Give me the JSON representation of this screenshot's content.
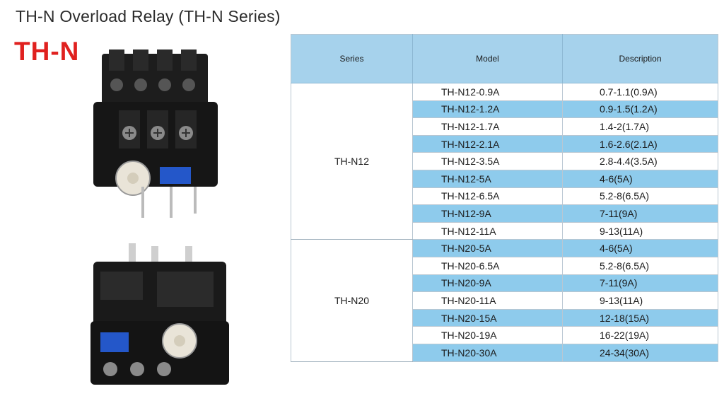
{
  "heading": "TH-N Overload Relay (TH-N Series)",
  "brand": "TH-N",
  "table": {
    "headers": {
      "series": "Series",
      "model": "Model",
      "description": "Description"
    },
    "groups": [
      {
        "series": "TH-N12",
        "rows": [
          {
            "model": "TH-N12-0.9A",
            "description": "0.7-1.1(0.9A)"
          },
          {
            "model": "TH-N12-1.2A",
            "description": "0.9-1.5(1.2A)"
          },
          {
            "model": "TH-N12-1.7A",
            "description": "1.4-2(1.7A)"
          },
          {
            "model": "TH-N12-2.1A",
            "description": "1.6-2.6(2.1A)"
          },
          {
            "model": "TH-N12-3.5A",
            "description": "2.8-4.4(3.5A)"
          },
          {
            "model": "TH-N12-5A",
            "description": "4-6(5A)"
          },
          {
            "model": "TH-N12-6.5A",
            "description": "5.2-8(6.5A)"
          },
          {
            "model": "TH-N12-9A",
            "description": "7-11(9A)"
          },
          {
            "model": "TH-N12-11A",
            "description": "9-13(11A)"
          }
        ]
      },
      {
        "series": "TH-N20",
        "rows": [
          {
            "model": "TH-N20-5A",
            "description": "4-6(5A)"
          },
          {
            "model": "TH-N20-6.5A",
            "description": "5.2-8(6.5A)"
          },
          {
            "model": "TH-N20-9A",
            "description": "7-11(9A)"
          },
          {
            "model": "TH-N20-11A",
            "description": "9-13(11A)"
          },
          {
            "model": "TH-N20-15A",
            "description": "12-18(15A)"
          },
          {
            "model": "TH-N20-19A",
            "description": "16-22(19A)"
          },
          {
            "model": "TH-N20-30A",
            "description": "24-34(30A)"
          }
        ]
      }
    ]
  },
  "colors": {
    "brand": "#e0211f",
    "header_fill": "#a6d2ec",
    "row_shade": "#8ecbec"
  }
}
